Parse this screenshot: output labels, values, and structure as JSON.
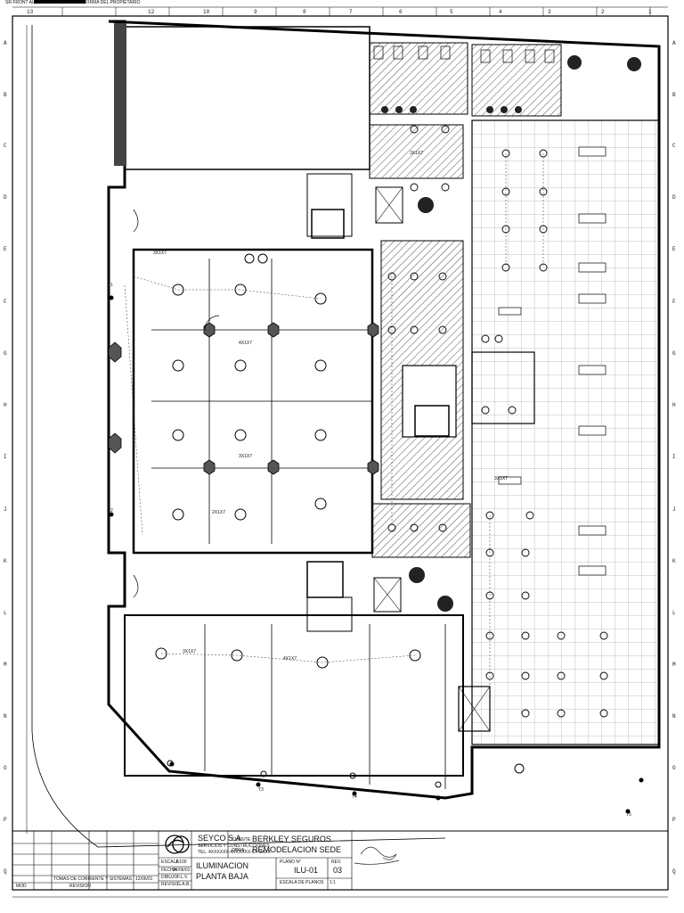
{
  "header": {
    "top_left_note": "SR FRONT AUTO",
    "top_owner_note": "FIRMA DEL PROPIETARIO"
  },
  "ruler": {
    "top_numbers": [
      "13",
      "12",
      "10",
      "9",
      "8",
      "7",
      "6",
      "5",
      "4",
      "3",
      "2",
      "1"
    ],
    "side_letters": [
      "A",
      "B",
      "C",
      "D",
      "E",
      "F",
      "G",
      "H",
      "I",
      "J",
      "K",
      "L",
      "M",
      "N",
      "O",
      "P",
      "Q"
    ]
  },
  "plan_labels": {
    "circuit_labels": [
      "3X1X7",
      "4X1X7",
      "3X1X7",
      "2X1X7",
      "3X1X7",
      "4X1X7",
      "3X1X7",
      "3X1X7"
    ],
    "sockets": [
      "T1",
      "T2",
      "T3",
      "T4",
      "T5"
    ]
  },
  "title_block": {
    "company": "SEYCO S.A.",
    "company_sub1": "SERVICIOS Y CONSTRUCCIONES",
    "company_sub2": "TEL. 4XXXXXX-4XXXXXX-CP 2XXX",
    "client_label": "CLIENTE:",
    "client": "BERKLEY SEGUROS",
    "work_label": "OBRA:",
    "work": "REMODELACION SEDE",
    "escala_label": "ESCALA",
    "escala": "1:100",
    "fecha_label": "FECHA",
    "fecha": "04/06/01",
    "dibujo_label": "DIBUJO",
    "dibujo": "F.L.V.",
    "reviso_label": "REVISO",
    "reviso": "G.A.B.",
    "drawing_title_1": "ILUMINACION",
    "drawing_title_2": "PLANTA BAJA",
    "plano_label": "PLANO N°",
    "plano": "ILU-01",
    "rev_label": "REV.",
    "rev": "03",
    "escala_plano_label": "ESCALA DE PLANOS",
    "escala_plano": "1:1",
    "revision_note": "TOMAS DE CORRIENTE Y SISTEMAS",
    "revision_date": "12/06/01",
    "revision_label": "REVISION",
    "mod_label": "MOD"
  }
}
